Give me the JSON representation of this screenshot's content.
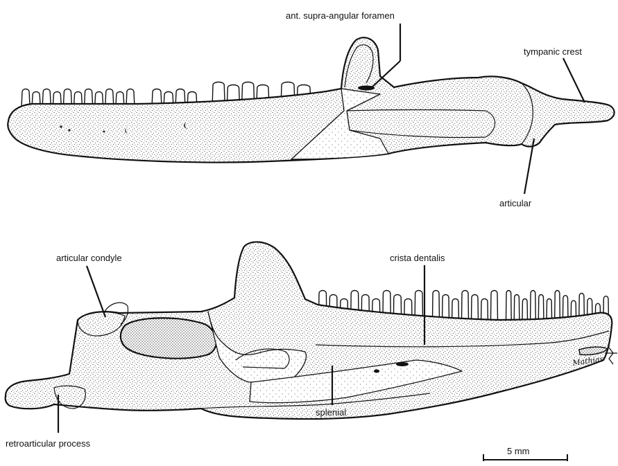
{
  "labels": {
    "ant_supra_angular_foramen": "ant. supra-angular foramen",
    "tympanic_crest": "tympanic crest",
    "articular": "articular",
    "articular_condyle": "articular condyle",
    "crista_dentalis": "crista dentalis",
    "retroarticular_process": "retroarticular process",
    "splenial": "splenial"
  },
  "scale_bar": {
    "label": "5 mm"
  },
  "signature": "Mathias",
  "colors": {
    "ink": "#111111",
    "paper": "#ffffff"
  }
}
